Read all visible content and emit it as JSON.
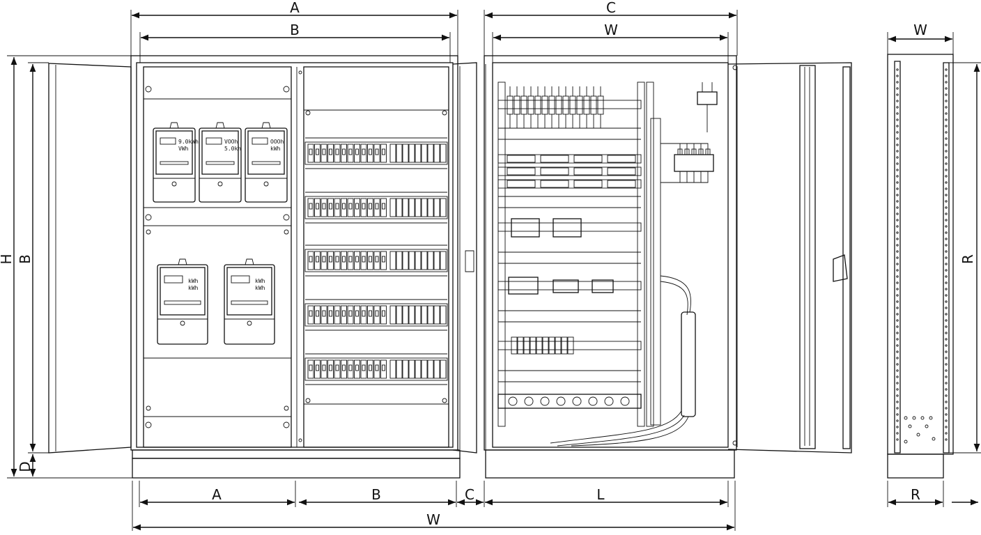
{
  "dimensions": {
    "top_outer_left": "A",
    "top_inner_left": "B",
    "top_outer_right": "C",
    "top_inner_right": "W",
    "left_outer": "H",
    "left_inner": "B",
    "left_bottom": "D",
    "bottom_a": "A",
    "bottom_b": "B",
    "bottom_c": "C",
    "bottom_l": "L",
    "bottom_total": "W",
    "side_top": "W",
    "side_right": "R",
    "side_bottom": "R"
  },
  "meters": [
    {
      "line1": "9.0kWh",
      "line2": "VWh"
    },
    {
      "line1": "VOOh",
      "line2": "5.0kh"
    },
    {
      "line1": "OOOh",
      "line2": "kWh"
    },
    {
      "line1": "kWh",
      "line2": "kWh"
    },
    {
      "line1": "kWh",
      "line2": "kWh"
    }
  ]
}
